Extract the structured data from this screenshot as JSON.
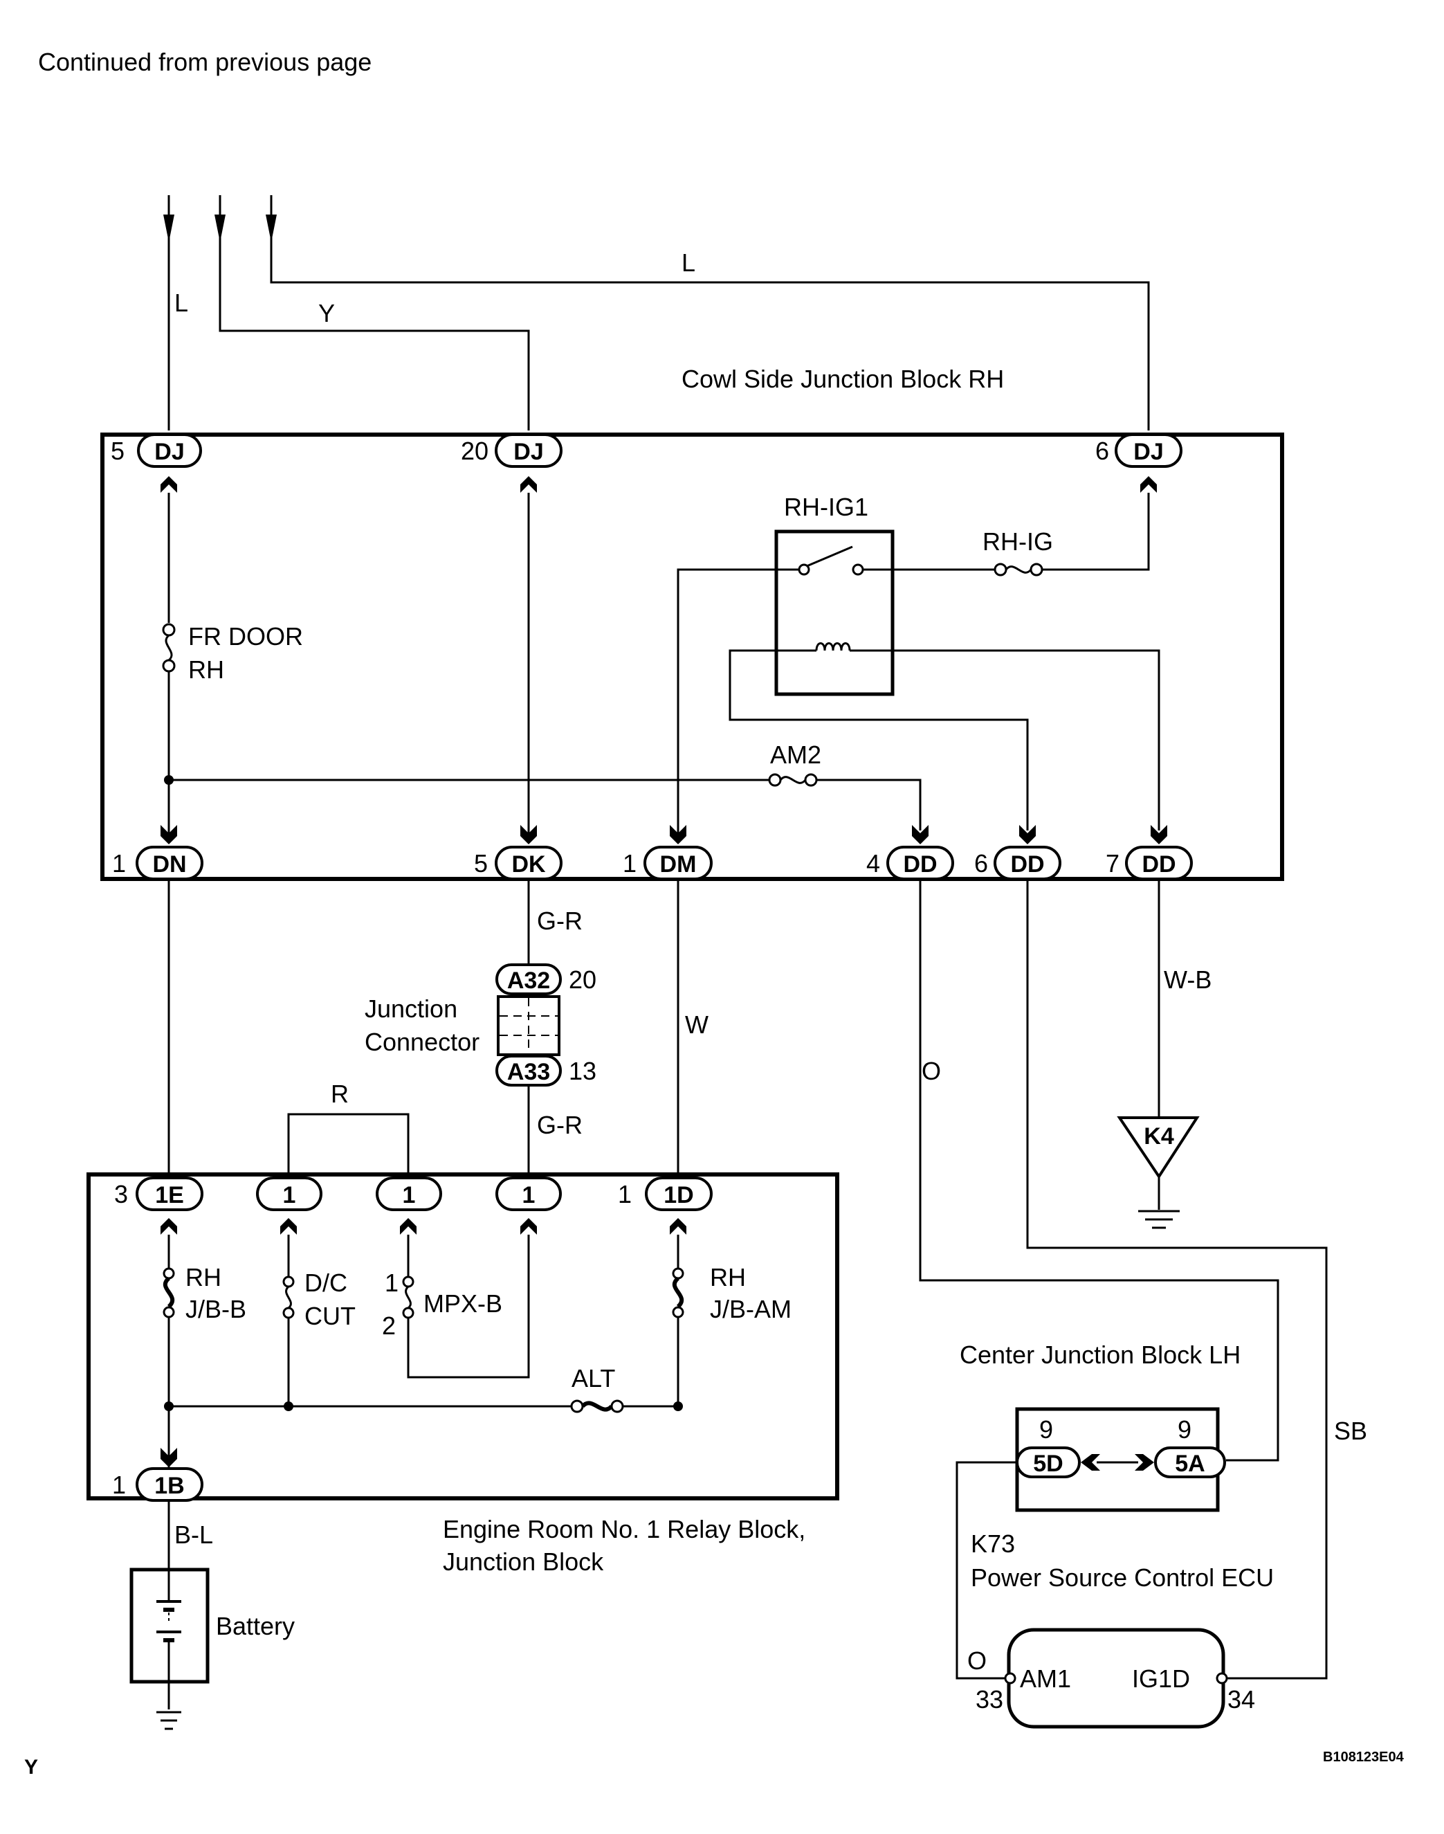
{
  "header": {
    "continued": "Continued from previous page"
  },
  "footer": {
    "corner_mark": "Y",
    "figure_id": "B108123E04"
  },
  "wires": {
    "top_left_l": "L",
    "top_y": "Y",
    "top_right_l": "L",
    "gr_upper": "G-R",
    "gr_lower": "G-R",
    "w": "W",
    "o": "O",
    "wb": "W-B",
    "r": "R",
    "sb": "SB",
    "bl": "B-L",
    "o_ecu": "O"
  },
  "cowl_block": {
    "title": "Cowl Side Junction Block RH",
    "relay": "RH-IG1",
    "fuse_rhig": "RH-IG",
    "fuse_frdoor_1": "FR DOOR",
    "fuse_frdoor_2": "RH",
    "fuse_am2": "AM2",
    "connectors": {
      "dj5": {
        "pin": "5",
        "code": "DJ"
      },
      "dj20": {
        "pin": "20",
        "code": "DJ"
      },
      "dj6": {
        "pin": "6",
        "code": "DJ"
      },
      "dn1": {
        "pin": "1",
        "code": "DN"
      },
      "dk5": {
        "pin": "5",
        "code": "DK"
      },
      "dm1": {
        "pin": "1",
        "code": "DM"
      },
      "dd4": {
        "pin": "4",
        "code": "DD"
      },
      "dd6": {
        "pin": "6",
        "code": "DD"
      },
      "dd7": {
        "pin": "7",
        "code": "DD"
      }
    }
  },
  "junction_connector": {
    "label_1": "Junction",
    "label_2": "Connector",
    "upper": {
      "code": "A32",
      "pin": "20"
    },
    "lower": {
      "code": "A33",
      "pin": "13"
    }
  },
  "engine_block": {
    "title_1": "Engine Room No. 1 Relay Block,",
    "title_2": "Junction Block",
    "conn_1e": {
      "pin": "3",
      "code": "1E"
    },
    "conn_a": "1",
    "conn_b": "1",
    "conn_c": "1",
    "conn_1d": {
      "pin": "1",
      "code": "1D"
    },
    "conn_1b": {
      "pin": "1",
      "code": "1B"
    },
    "fuse_rhjb_1": "RH",
    "fuse_rhjb_2": "J/B-B",
    "fuse_dc_1": "D/C",
    "fuse_dc_2": "CUT",
    "fuse_mpx": "MPX-B",
    "mpx_pin1": "1",
    "mpx_pin2": "2",
    "fuse_rham_1": "RH",
    "fuse_rham_2": "J/B-AM",
    "fuse_alt": "ALT"
  },
  "battery": {
    "label": "Battery"
  },
  "ground": {
    "k4": "K4"
  },
  "center_block": {
    "title": "Center Junction Block LH",
    "left": {
      "pin": "9",
      "code": "5D"
    },
    "right": {
      "pin": "9",
      "code": "5A"
    }
  },
  "ecu": {
    "id": "K73",
    "name": "Power Source Control ECU",
    "am1": "AM1",
    "ig1d": "IG1D",
    "pin_am1": "33",
    "pin_ig1d": "34"
  }
}
